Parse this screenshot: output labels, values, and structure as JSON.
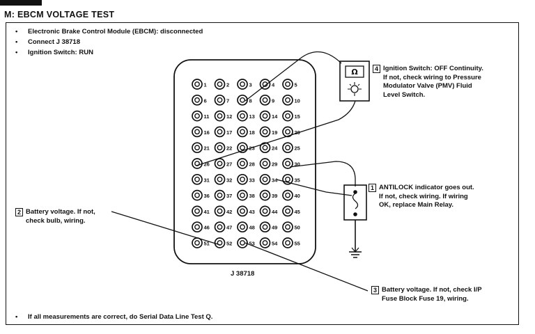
{
  "title": "M:  EBCM VOLTAGE TEST",
  "conditions": [
    "Electronic Brake Control Module (EBCM):  disconnected",
    "Connect J 38718",
    "Ignition Switch:  RUN"
  ],
  "tester_label": "J 38718",
  "pin_count": 55,
  "pins_per_row": 5,
  "meter": {
    "symbol": "Ω"
  },
  "callouts": [
    {
      "step": "4",
      "lines": [
        "Ignition Switch: OFF Continuity.",
        "If not, check wiring to Pressure",
        "Modulator Valve (PMV) Fluid",
        "Level Switch."
      ]
    },
    {
      "step": "1",
      "lines": [
        "ANTILOCK indicator goes out.",
        "If not, check wiring.  If wiring",
        "OK, replace Main Relay."
      ]
    },
    {
      "step": "2",
      "lines": [
        "Battery voltage.  If not,",
        "check bulb, wiring."
      ]
    },
    {
      "step": "3",
      "lines": [
        "Battery voltage.  If not, check I/P",
        "Fuse Block Fuse 19, wiring."
      ]
    }
  ],
  "footer": "If all measurements are correct, do Serial Data Line Test Q."
}
